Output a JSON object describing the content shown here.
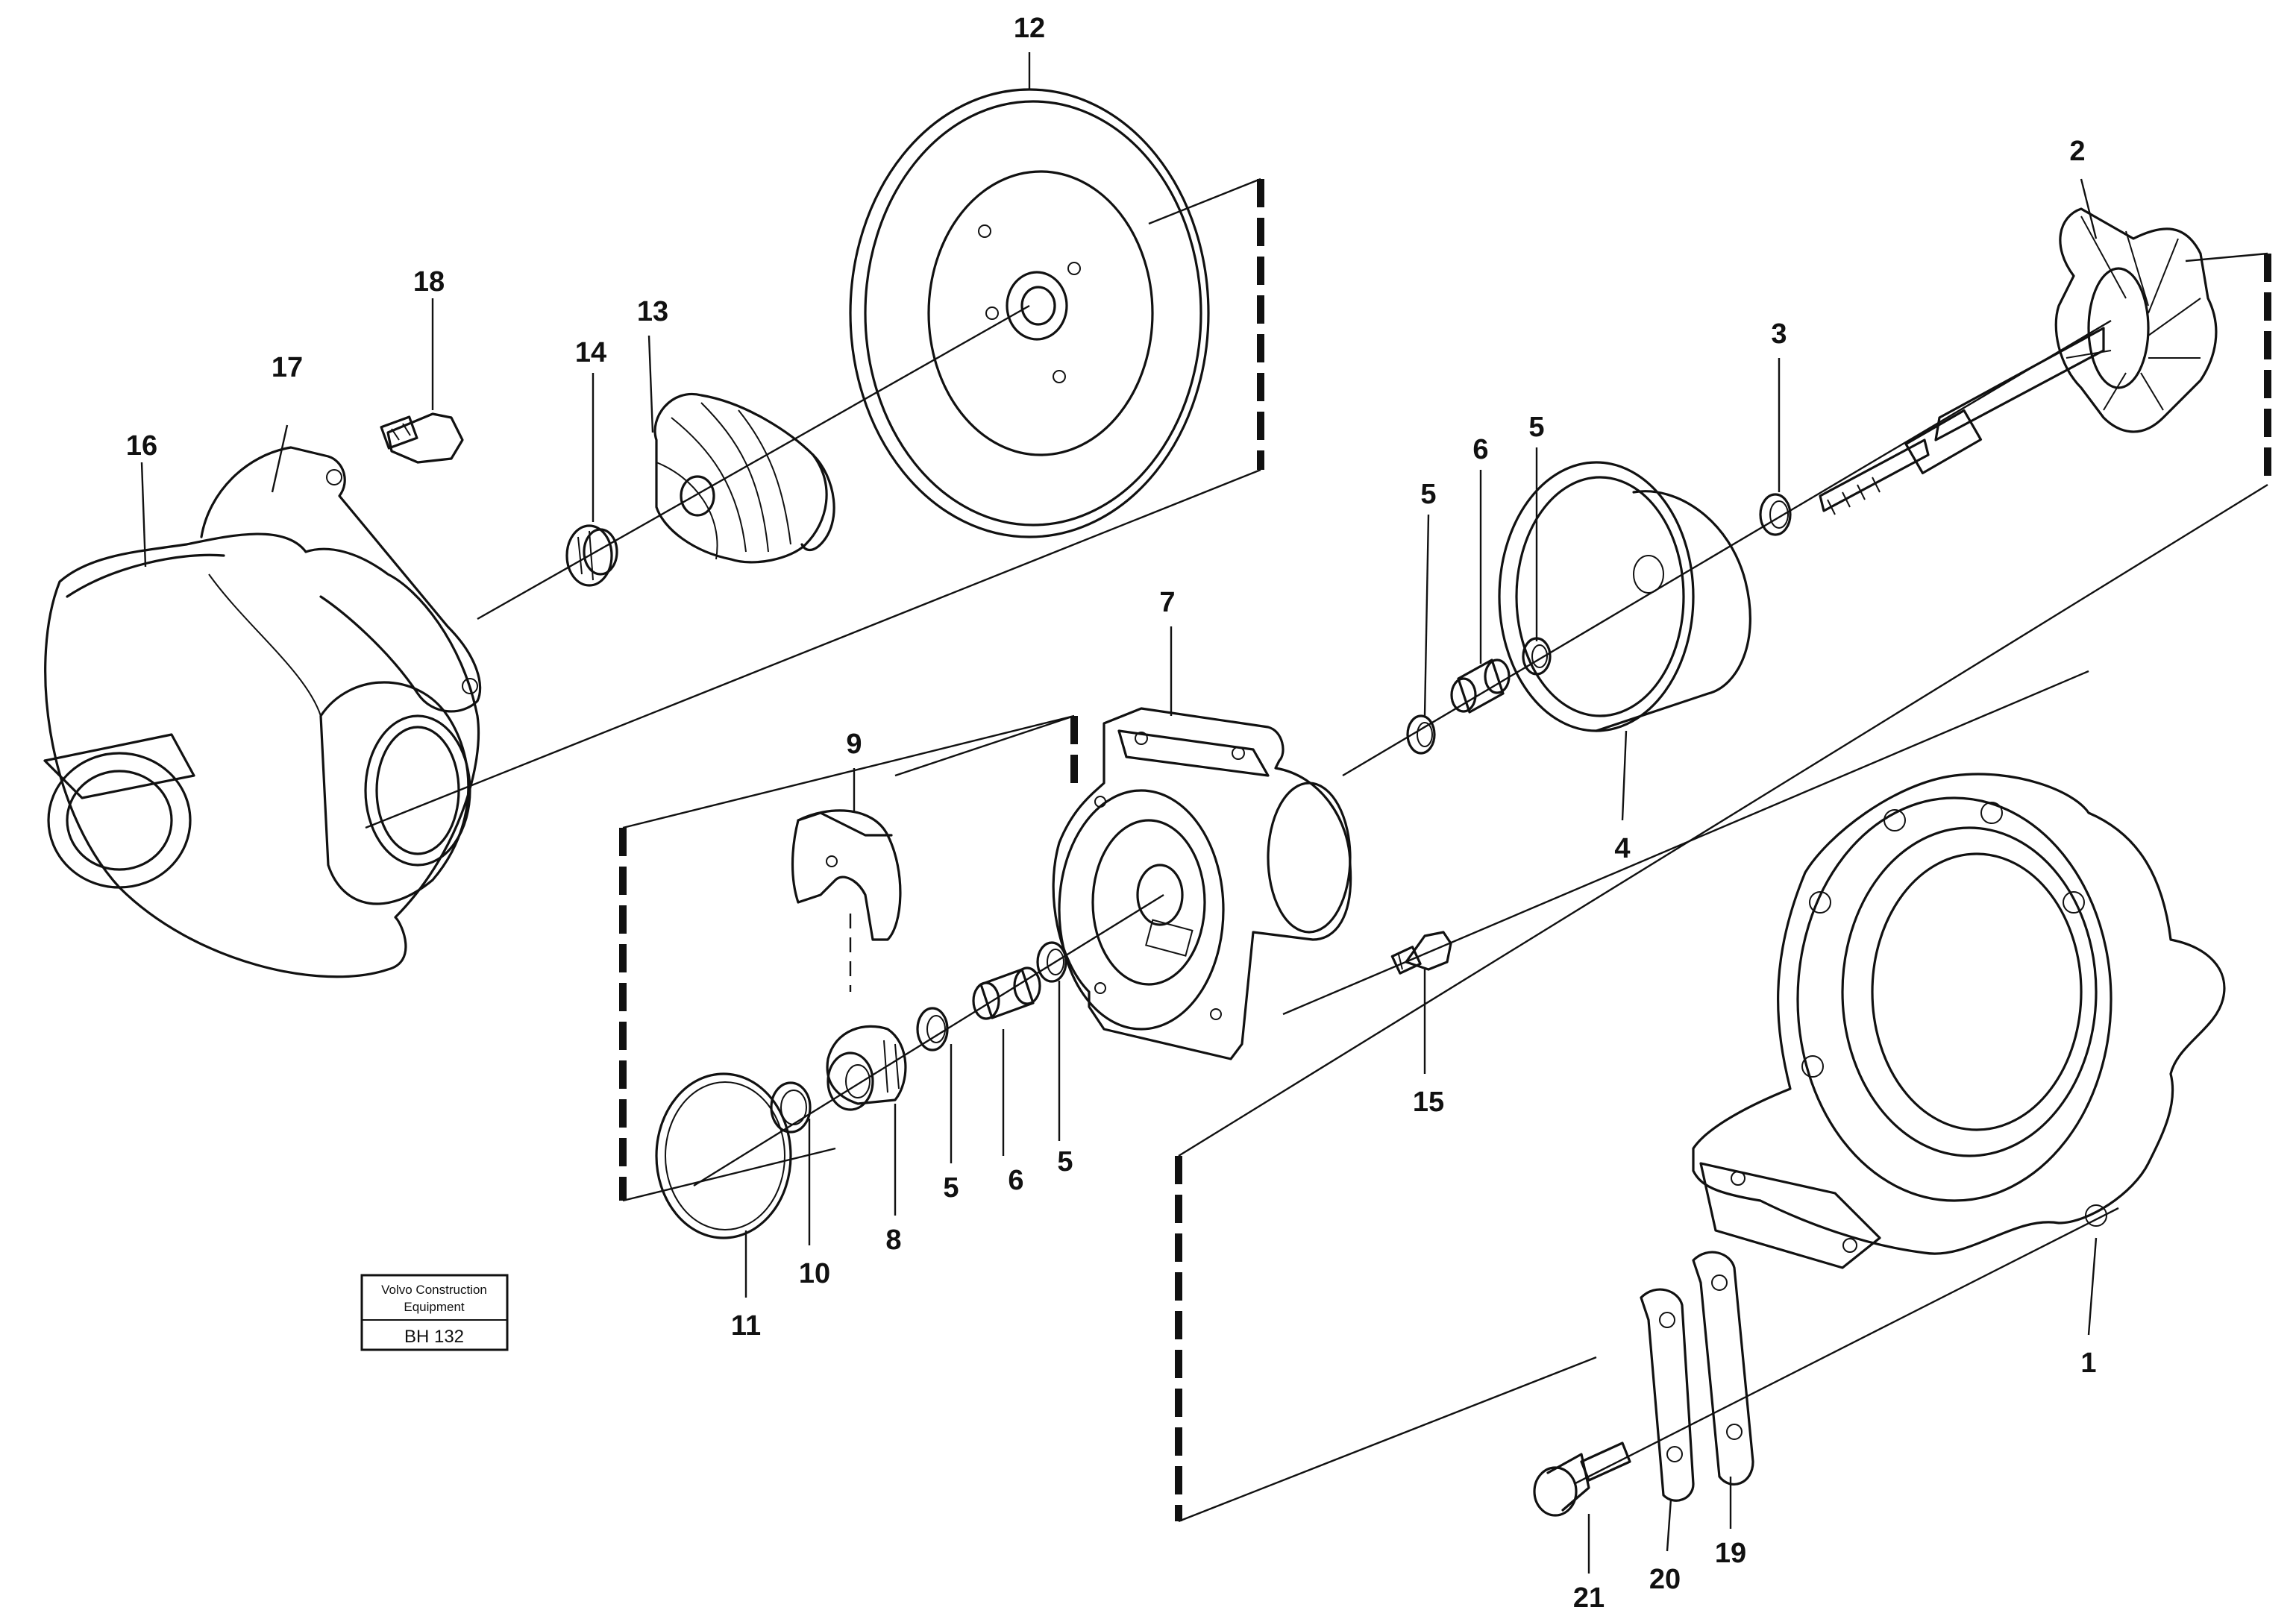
{
  "stamp": {
    "line1": "Volvo Construction",
    "line2": "Equipment",
    "code": "BH 132"
  },
  "callouts": {
    "c1": "1",
    "c2": "2",
    "c3": "3",
    "c4": "4",
    "c5a": "5",
    "c5b": "5",
    "c5c": "5",
    "c5d": "5",
    "c6a": "6",
    "c6b": "6",
    "c7": "7",
    "c8": "8",
    "c9": "9",
    "c10": "10",
    "c11": "11",
    "c12": "12",
    "c13": "13",
    "c14": "14",
    "c15": "15",
    "c16": "16",
    "c17": "17",
    "c18": "18",
    "c19": "19",
    "c20": "20",
    "c21": "21"
  }
}
